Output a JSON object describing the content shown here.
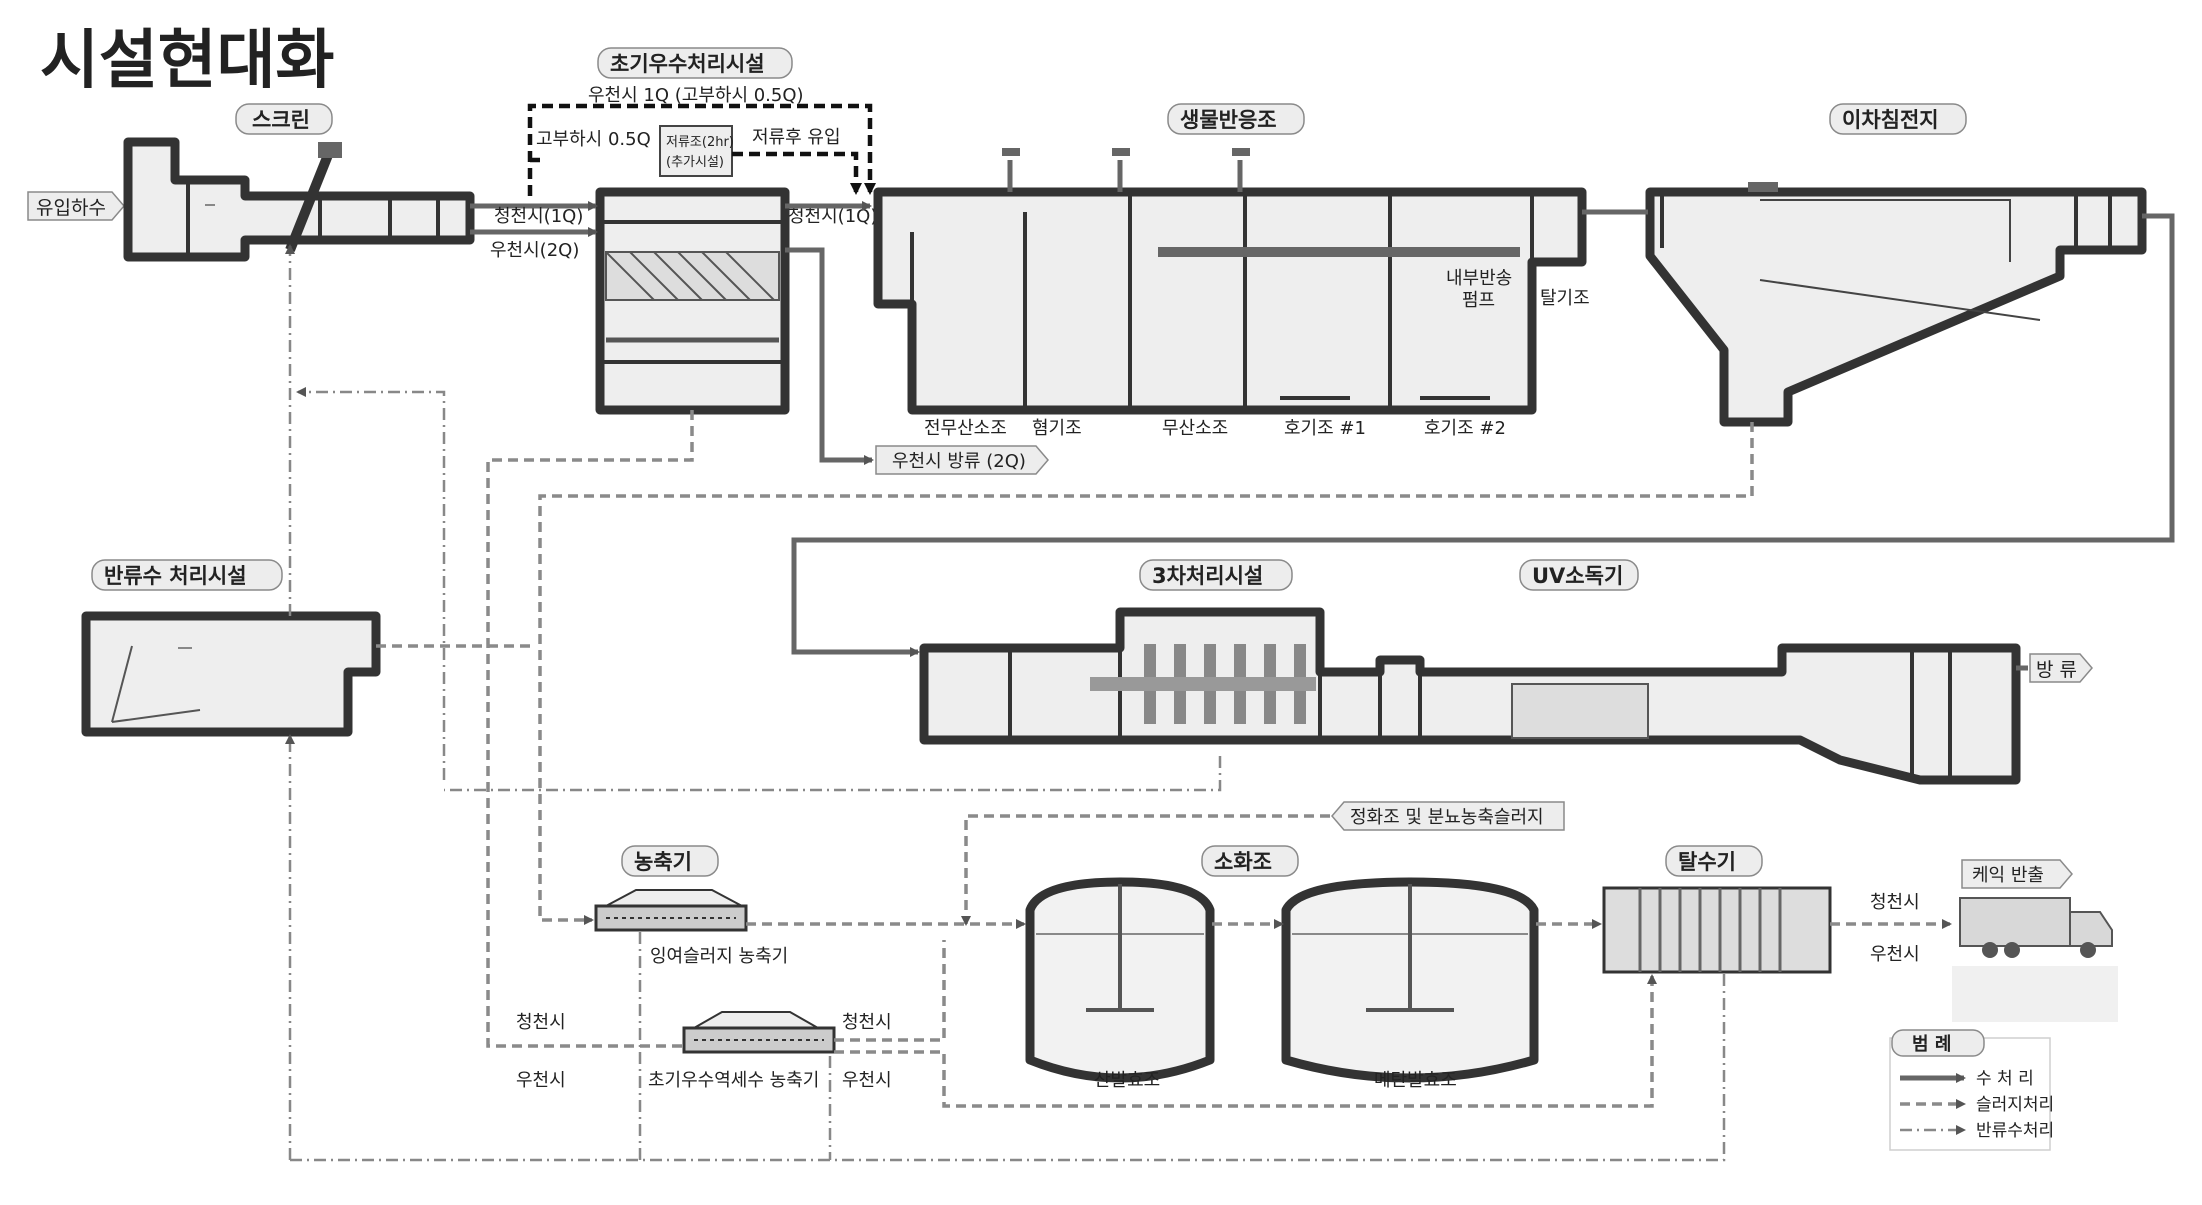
{
  "page_title": "시설현대화",
  "stage_titles": {
    "screen": "스크린",
    "first_flush": "초기우수처리시설",
    "bioreactor": "생물반응조",
    "secondary_clarifier": "이차침전지",
    "return_water": "반류수 처리시설",
    "tertiary": "3차처리시설",
    "uv": "UV소독기",
    "thickener": "농축기",
    "digester": "소화조",
    "dewater": "탈수기"
  },
  "labels": {
    "influent": "유입하수",
    "rain_1q_peak": "우천시 1Q (고부하시 0.5Q)",
    "high_load_05q": "고부하시 0.5Q",
    "storage_tank": "저류조(2hr)",
    "storage_added": "(추가시설)",
    "post_storage_inflow": "저류후 유입",
    "clear_1q_a": "청천시(1Q)",
    "rain_2q": "우천시(2Q)",
    "clear_1q_b": "청천시(1Q)",
    "rain_discharge": "우천시 방류 (2Q)",
    "internal_return_pump_1": "내부반송",
    "internal_return_pump_2": "펌프",
    "degas_tank": "탈기조",
    "pre_anoxic": "전무산소조",
    "anaerobic": "혐기조",
    "anoxic": "무산소조",
    "aerobic_1": "호기조 #1",
    "aerobic_2": "호기조 #2",
    "discharge": "방 류",
    "septic_sludge": "정화조 및 분뇨농축슬러지",
    "excess_sludge_thickener": "잉여슬러지 농축기",
    "ff_thickener": "초기우수역세수 농축기",
    "clear_left": "청천시",
    "rain_left": "우천시",
    "clear_right": "청천시",
    "rain_right": "우천시",
    "acid_digester": "산발효조",
    "methane_digester": "메탄발효조",
    "cake_out": "케익 반출",
    "clear_cake": "청천시",
    "rain_cake": "우천시"
  },
  "legend": {
    "title": "범 례",
    "water": "수 처 리",
    "sludge": "슬러지처리",
    "return": "반류수처리"
  },
  "colors": {
    "title_red": "#e8141b",
    "tank_stroke": "#333333",
    "tank_fill": "#eeeeee",
    "tag_fill": "#ededed"
  }
}
